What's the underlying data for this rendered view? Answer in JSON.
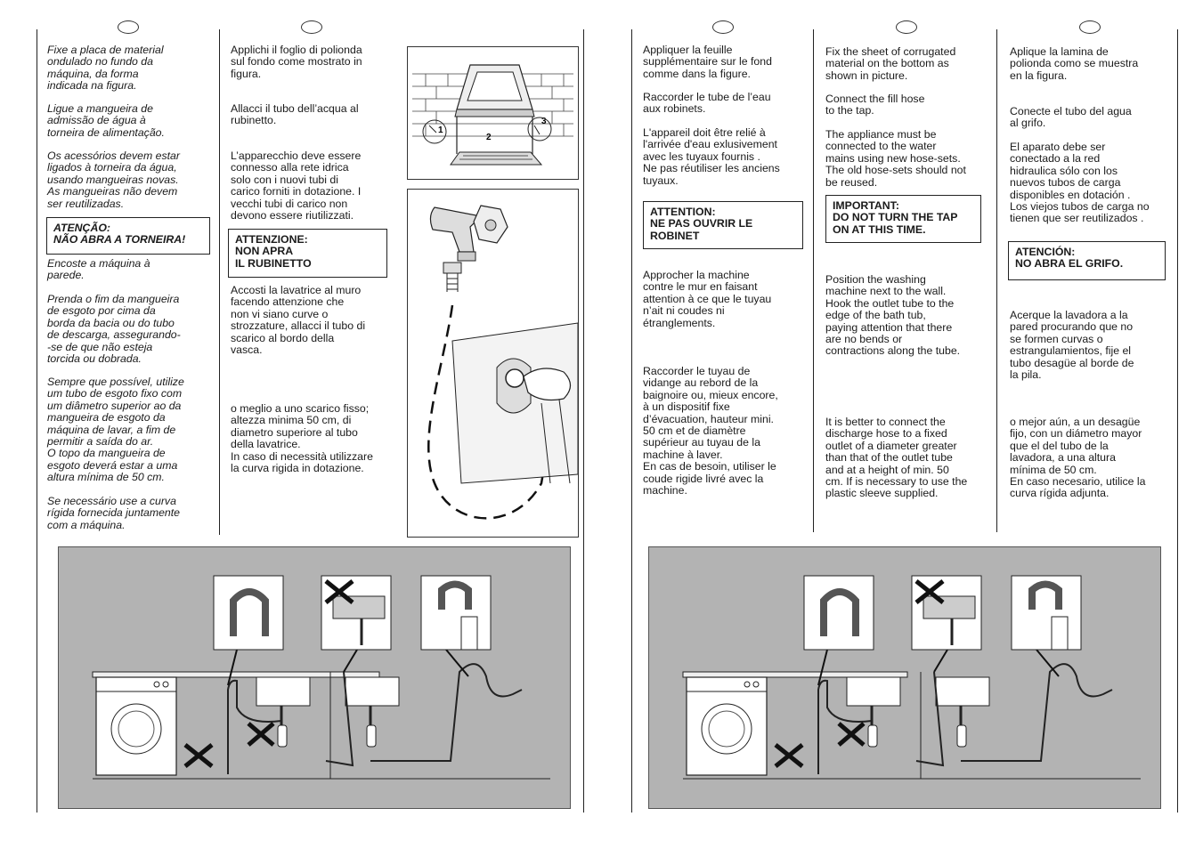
{
  "left_page": {
    "pt": [
      "Fixe a placa de material\nondulado no fundo da\nmáquina, da forma\nindicada na figura.",
      "Ligue a mangueira de\nadmissão de água à\ntorneira de alimentação.",
      "Os acessórios devem estar\nligados à torneira da água,\nusando mangueiras novas.\nAs mangueiras não devem\nser reutilizadas.",
      "Encoste a máquina à\nparede.",
      "Prenda o fim da mangueira\nde esgoto por cima da\nborda da bacia ou do tubo\nde descarga, assegurando-\n-se de que não esteja\ntorcida ou dobrada.",
      "Sempre que possível, utilize\num tubo de esgoto fixo com\num diâmetro superior ao da\nmangueira de esgoto da\nmáquina de lavar, a fim de\npermitir a saída do ar.\nO topo da mangueira de\nesgoto deverá estar a uma\naltura mínima de 50 cm.",
      "Se necessário use a curva\nrígida fornecida juntamente\ncom a máquina."
    ],
    "pt_warning": "ATENÇÃO:\nNÃO ABRA A TORNEIRA!",
    "it": [
      "Applichi il foglio di polionda\nsul fondo come mostrato in\nfigura.",
      "Allacci il tubo dell’acqua al\nrubinetto.",
      "L’apparecchio deve essere\nconnesso alla rete idrica\nsolo con i nuovi tubi di\ncarico forniti in dotazione. I\nvecchi tubi di carico non\ndevono essere riutilizzati.",
      "Accosti la lavatrice al muro\nfacendo attenzione che\nnon vi siano curve o\nstrozzature, allacci il tubo di\nscarico al bordo della\nvasca.",
      "o meglio a uno scarico fisso;\naltezza minima 50 cm, di\ndiametro superiore al tubo\ndella lavatrice.\nIn caso di necessità utilizzare\nla curva rigida in dotazione."
    ],
    "it_warning": "ATTENZIONE:\nNON APRA\nIL RUBINETTO",
    "figure_labels": [
      "1",
      "2",
      "3"
    ]
  },
  "right_page": {
    "fr": [
      "Appliquer la feuille\nsupplémentaire sur le fond\ncomme dans la figure.",
      "Raccorder le tube de l’eau\naux robinets.",
      "L'appareil doit être relié à\nl'arrivée d'eau exlusivement\navec les tuyaux fournis .\nNe pas réutiliser  les anciens\ntuyaux.",
      "Approcher la machine\ncontre le mur en faisant\nattention à ce que le tuyau\nn’ait ni coudes ni\nétranglements.",
      "Raccorder le tuyau de\nvidange au rebord de la\nbaignoire ou, mieux encore,\nà un dispositif fixe\nd’évacuation, hauteur mini.\n50 cm et de diamètre\nsupérieur au tuyau de la\nmachine à laver.\nEn cas de besoin, utiliser le\ncoude rigide livré avec la\nmachine."
    ],
    "fr_warning": "ATTENTION:\nNE PAS OUVRIR LE\nROBINET",
    "en": [
      "Fix the sheet of corrugated\nmaterial on the bottom as\nshown in picture.",
      "Connect the fill hose\nto the tap.",
      "The appliance must be\nconnected to the water\nmains using new hose-sets.\nThe old hose-sets should not\nbe reused.",
      "Position the washing\nmachine next to the wall.\nHook the outlet tube to the\nedge of the bath tub,\npaying attention that there\nare no bends or\ncontractions along the tube.",
      "It is better to connect the\ndischarge hose to a fixed\noutlet of a diameter greater\nthan that of the outlet tube\nand at a height of min. 50\ncm. If is necessary to use the\nplastic sleeve supplied."
    ],
    "en_warning": "IMPORTANT:\nDO NOT TURN THE TAP\nON AT THIS TIME.",
    "es": [
      "Aplique la lamina de\npolionda como se muestra\nen la figura.",
      " Conecte el tubo del agua\nal grifo.",
      "El aparato debe ser\nconectado a la red\nhidraulica sólo con los\nnuevos tubos de carga\ndisponibles en dotación .\nLos viejos tubos de carga no\ntienen que ser reutilizados .",
      "Acerque la lavadora a la\npared procurando que no\nse formen curvas o\nestrangulamientos, fije el\ntubo desagüe al borde de\nla pila.",
      "o mejor aún, a un desagüe\nfijo, con un diámetro mayor\nque el del tubo de la\nlavadora, a una altura\nmínima de 50 cm.\nEn caso necesario, utilice la\ncurva rígida adjunta."
    ],
    "es_warning": "ATENCIÓN:\nNO ABRA EL GRIFO."
  },
  "colors": {
    "panel": "#b3b3b3",
    "ink": "#1a1a1a"
  }
}
